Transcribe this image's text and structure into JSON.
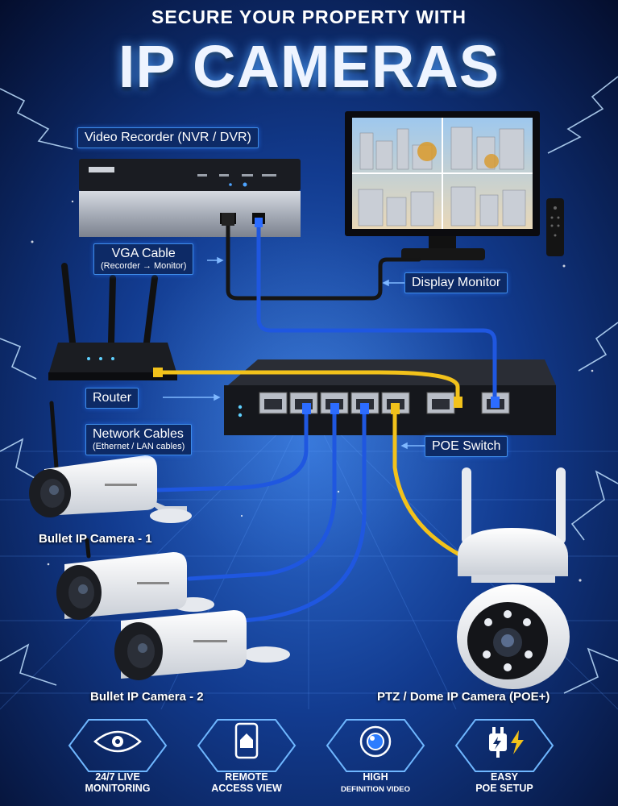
{
  "header": {
    "subtitle": "SECURE YOUR PROPERTY WITH",
    "title": "IP CAMERAS"
  },
  "labels": {
    "recorder": "Video Recorder (NVR / DVR)",
    "vga_main": "VGA Cable",
    "vga_sub": "(Recorder → Monitor)",
    "monitor": "Display Monitor",
    "router": "Router",
    "network_main": "Network Cables",
    "network_sub": "(Ethernet / LAN cables)",
    "poe_switch": "POE Switch",
    "bullet1": "Bullet IP Camera - 1",
    "bullet2": "Bullet IP Camera - 2",
    "ptz": "PTZ / Dome IP Camera (POE+)"
  },
  "features": [
    {
      "icon": "eye-icon",
      "line1": "24/7 LIVE",
      "line2": "MONITORING"
    },
    {
      "icon": "phone-home-icon",
      "line1": "REMOTE",
      "line2": "ACCESS VIEW"
    },
    {
      "icon": "camera-lens-icon",
      "line1": "HIGH",
      "line2": "DEFINITION VIDEO"
    },
    {
      "icon": "plug-bolt-icon",
      "line1": "EASY",
      "line2": "POE SETUP"
    }
  ],
  "colors": {
    "background": "#06163d",
    "label_bg": "#0d2a66",
    "label_border": "#3f8ce8",
    "blue_cable": "#1f57e0",
    "yellow_cable": "#f2c21b",
    "black_cable": "#151515"
  }
}
